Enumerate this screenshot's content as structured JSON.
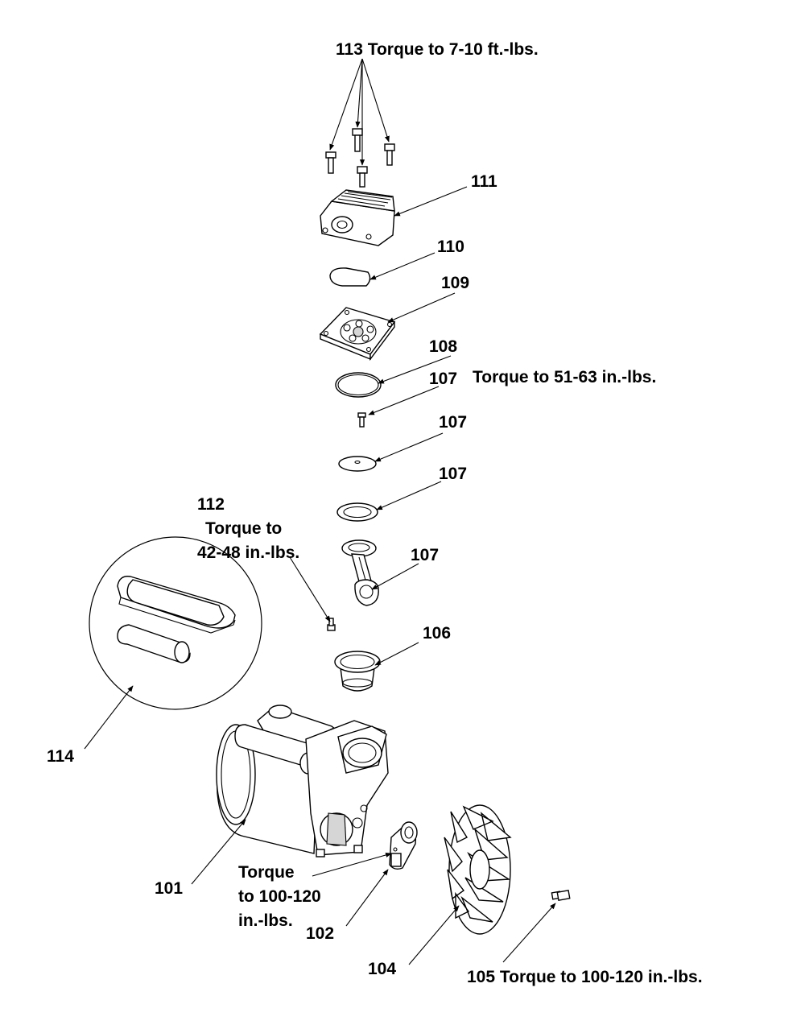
{
  "labels": {
    "l113": "113 Torque to 7-10 ft.-lbs.",
    "l111": "111",
    "l110": "110",
    "l109": "109",
    "l108": "108",
    "l107a": "107",
    "l107a_torque": "Torque to 51-63 in.-lbs.",
    "l107b": "107",
    "l107c": "107",
    "l107d": "107",
    "l112": "112",
    "l112_line1": "Torque to",
    "l112_line2": "42-48 in.-lbs.",
    "l106": "106",
    "l114": "114",
    "l101": "101",
    "l102_line1": "Torque",
    "l102_line2": "to 100-120",
    "l102_line3": "in.-lbs.",
    "l102": "102",
    "l104": "104",
    "l105": "105 Torque to 100-120 in.-lbs."
  }
}
